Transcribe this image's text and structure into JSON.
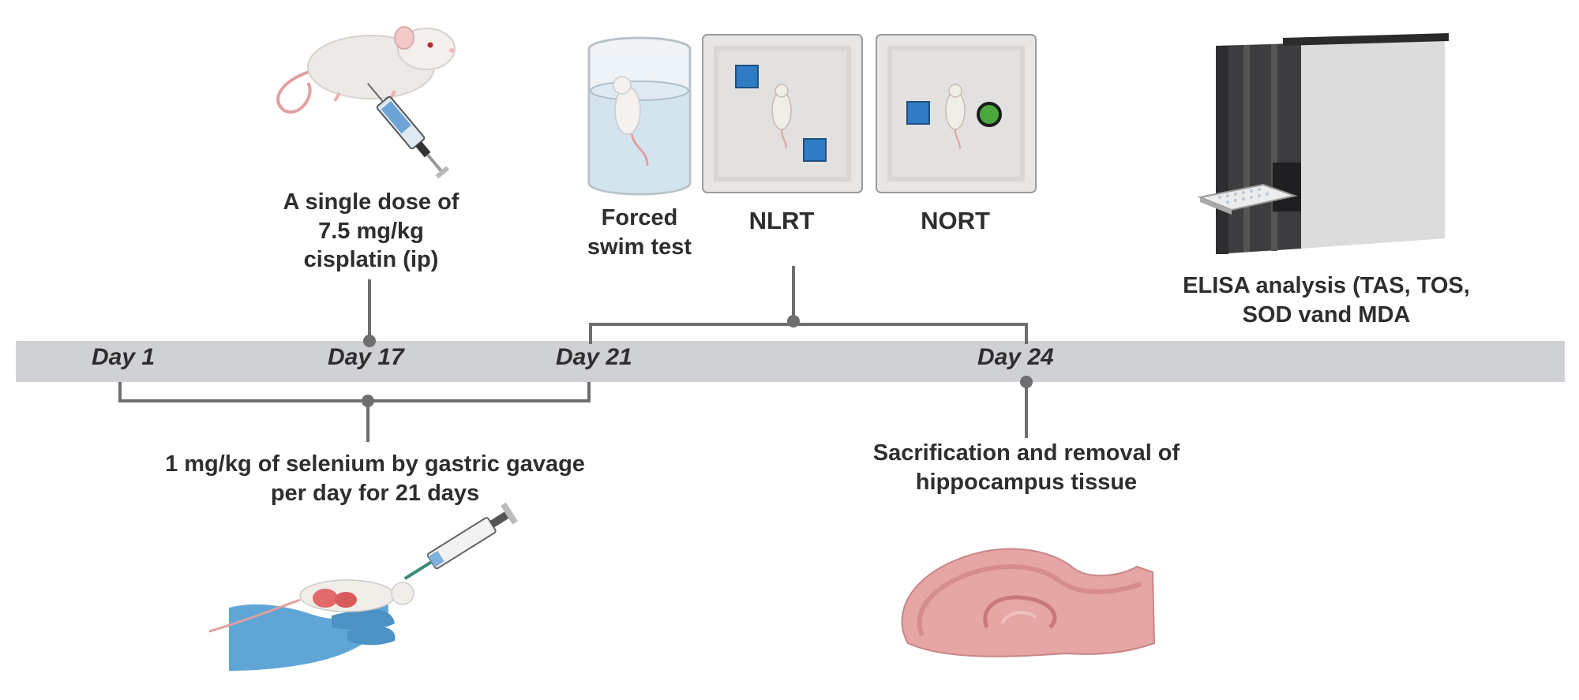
{
  "timeline": {
    "days": [
      "Day 1",
      "Day 17",
      "Day 21",
      "Day 24"
    ]
  },
  "events": {
    "cisplatin": [
      "A single dose of",
      "7.5 mg/kg",
      "cisplatin (ip)"
    ],
    "selenium": [
      "1 mg/kg of selenium by gastric gavage",
      "per day for 21 days"
    ],
    "sacrifice": [
      "Sacrification and removal of",
      "hippocampus tissue"
    ],
    "elisa": [
      "ELISA analysis (TAS, TOS,",
      "SOD vand MDA"
    ]
  },
  "tests": {
    "forced_swim": [
      "Forced",
      "swim test"
    ],
    "nlrt": "NLRT",
    "nort": "NORT"
  },
  "icons": [
    "mouse-syringe-icon",
    "glass-cylinder-mouse-icon",
    "nlrt-arena-icon",
    "nort-arena-icon",
    "elisa-reader-icon",
    "gavage-hand-icon",
    "hippocampus-icon"
  ],
  "colors": {
    "timeline_band": "#cfd1d4",
    "bracket": "#6e6e6e",
    "object_blue": "#2f7cc4",
    "object_green": "#4aa83f",
    "glove_blue": "#5fa6d6",
    "tissue_pink": "#e7a6a6",
    "instrument_dark": "#3d3d3f"
  }
}
